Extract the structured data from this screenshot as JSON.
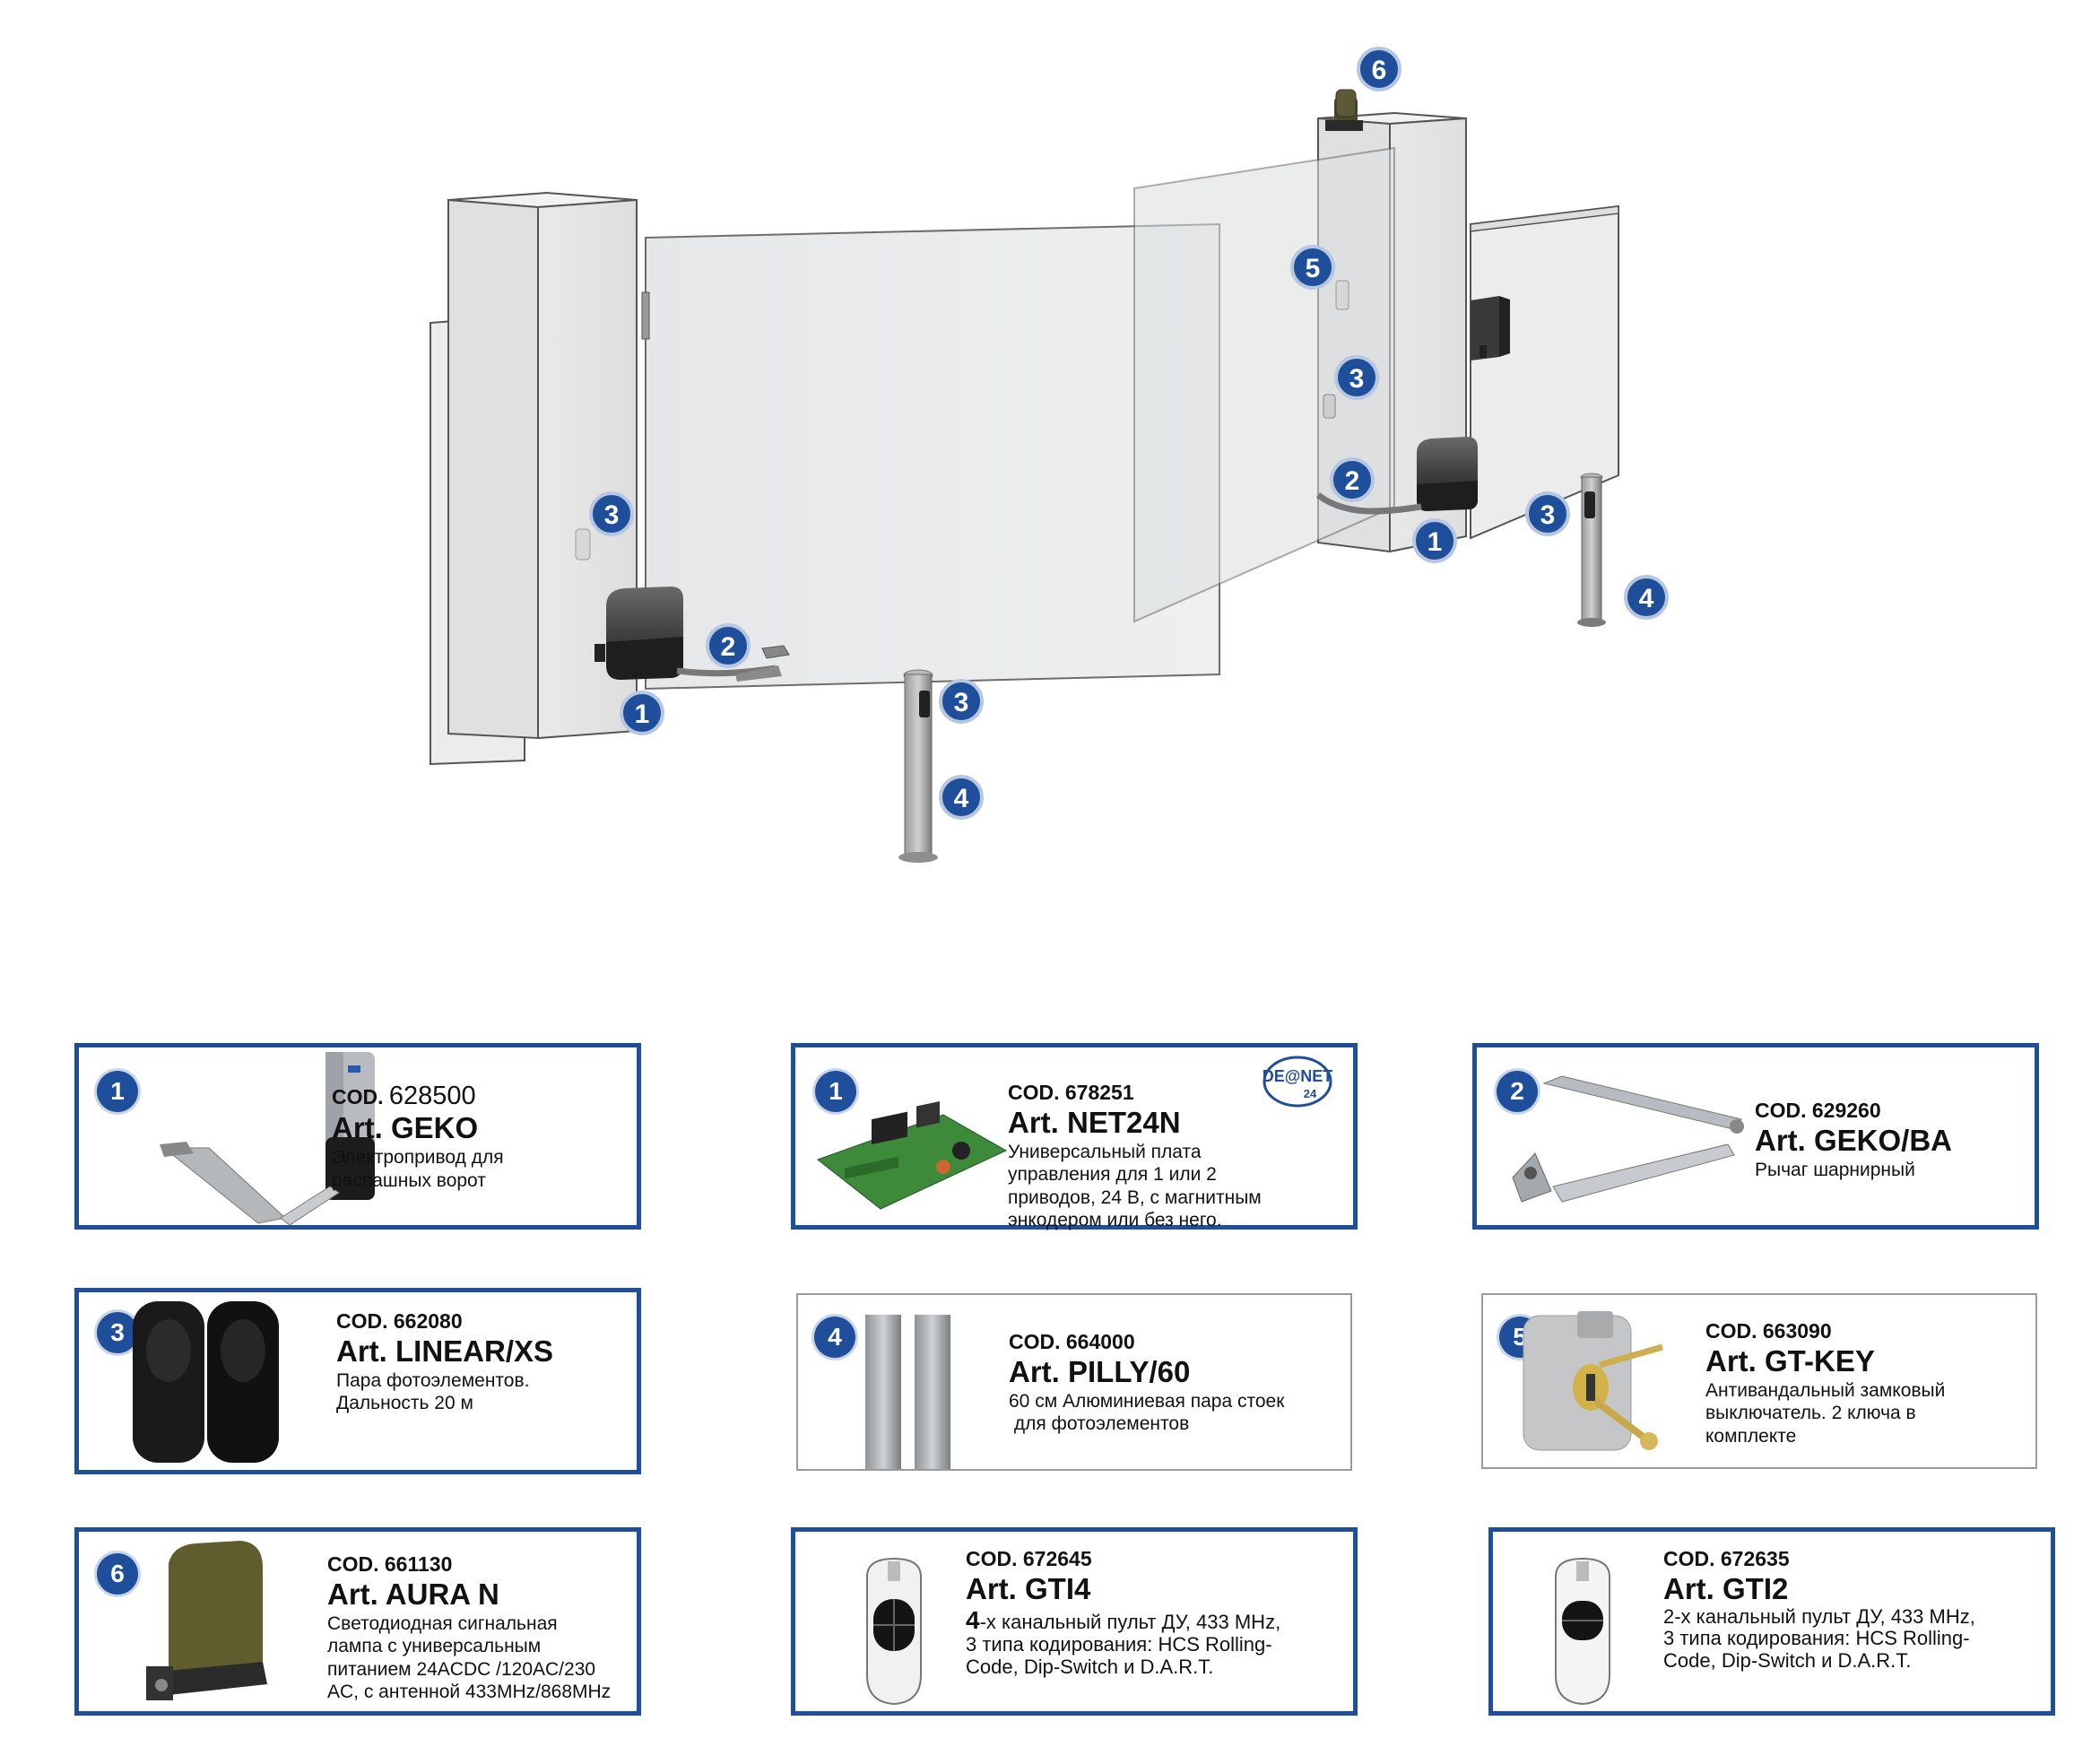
{
  "diagram": {
    "badges": {
      "b6": "6",
      "b5": "5",
      "b3_top": "3",
      "b2_right": "2",
      "b1_right": "1",
      "b3_post": "3",
      "b4_right": "4",
      "b3_left": "3",
      "b2_left": "2",
      "b1_left": "1",
      "b3_front": "3",
      "b4_front": "4"
    }
  },
  "products": [
    {
      "num": "1",
      "cod_label": "COD.",
      "cod_number": "628500",
      "art": "Art. GEKO",
      "desc": [
        "Электропривод для",
        "распашных ворот"
      ],
      "image": "geko-motor-icon"
    },
    {
      "num": "1",
      "cod": "COD. 678251",
      "art": "Art. NET24N",
      "desc": [
        "Универсальный плата",
        "управления для 1 или 2",
        "приводов, 24 В, с магнитным",
        "энкодером или без него."
      ],
      "logo": {
        "line1": "DE@NET",
        "line2": "24"
      },
      "image": "control-board-icon"
    },
    {
      "num": "2",
      "cod": "COD. 629260",
      "art": "Art. GEKO/BA",
      "desc": [
        "Рычаг шарнирный"
      ],
      "image": "arm-lever-icon"
    },
    {
      "num": "3",
      "cod": "COD. 662080",
      "art": "Art. LINEAR/XS",
      "desc": [
        "Пара фотоэлементов.",
        "Дальность 20 м"
      ],
      "image": "photocell-icon"
    },
    {
      "num": "4",
      "cod": "COD. 664000",
      "art": "Art. PILLY/60",
      "desc": [
        "60 см Алюминиевая пара стоек",
        " для фотоэлементов"
      ],
      "image": "post-pair-icon"
    },
    {
      "num": "5",
      "cod": "COD. 663090",
      "art": "Art. GT-KEY",
      "desc": [
        "Антивандальный замковый",
        "выключатель. 2 ключа в",
        "комплекте"
      ],
      "image": "key-switch-icon"
    },
    {
      "num": "6",
      "cod": "COD. 661130",
      "art": "Art. AURA N",
      "desc": [
        "Светодиодная сигнальная",
        "лампа с универсальным",
        "питанием 24ACDC /120AC/230",
        "AC, с антенной 433MHz/868MHz"
      ],
      "image": "signal-lamp-icon"
    },
    {
      "num": "",
      "cod": "COD. 672645",
      "art": "Art. GTI4",
      "desc_lead": "4",
      "desc": [
        "-х канальный пульт ДУ, 433 MHz,",
        "3 типа кодирования: HCS Rolling-",
        "Code, Dip-Switch и D.A.R.T."
      ],
      "image": "remote-4ch-icon"
    },
    {
      "num": "",
      "cod": "COD. 672635",
      "art": "Art. GTI2",
      "desc": [
        "2-х канальный пульт ДУ, 433 MHz,",
        "3 типа кодирования: HCS Rolling-",
        "Code, Dip-Switch и D.A.R.T."
      ],
      "image": "remote-2ch-icon"
    }
  ],
  "colors": {
    "badge": "#1f4e9a",
    "border": "#1f4e9a"
  }
}
